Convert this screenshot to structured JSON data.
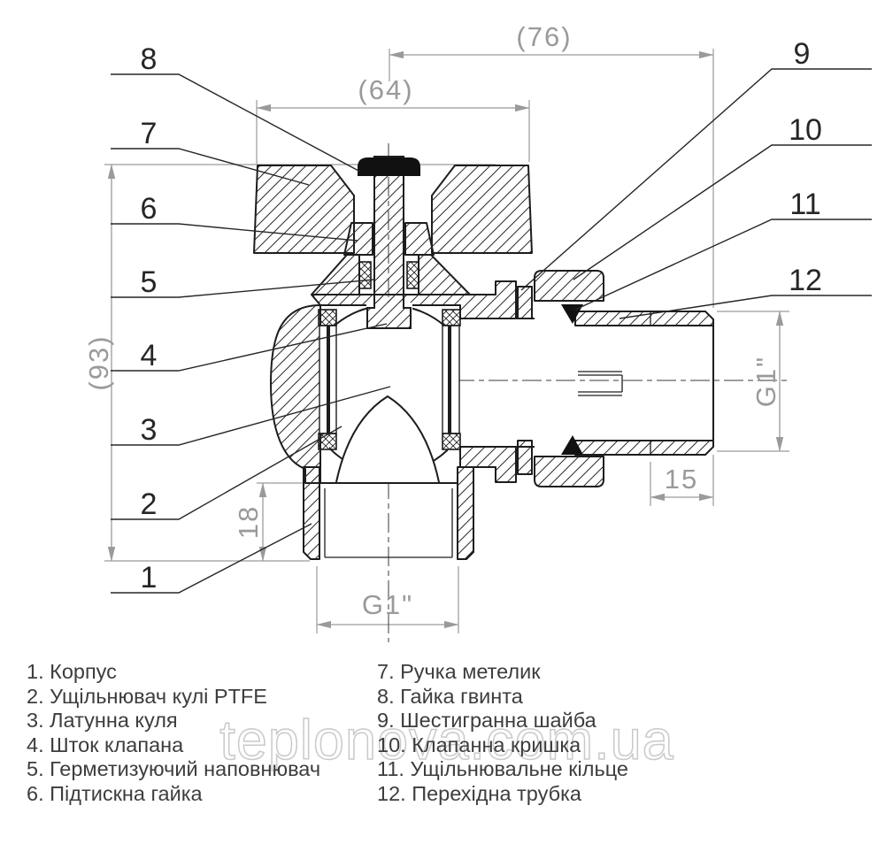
{
  "colors": {
    "line": "#1d1d1d",
    "dimension_gray": "#9a9a9a",
    "legend_text": "#3d3d3d",
    "watermark_stroke": "#c9c9c9",
    "seal_black": "#111111"
  },
  "drawing": {
    "dimensions": {
      "overall_width_right": "(76)",
      "handle_width": "(64)",
      "overall_height": "(93)",
      "bottom_thread_depth": "18",
      "side_thread_length": "15",
      "bottom_port_thread": "G1\"",
      "side_port_thread": "G1\""
    },
    "callouts_left": [
      "8",
      "7",
      "6",
      "5",
      "4",
      "3",
      "2",
      "1"
    ],
    "callouts_right": [
      "9",
      "10",
      "11",
      "12"
    ]
  },
  "legend": {
    "left_column": [
      "1. Корпус",
      "2. Ущільнювач кулі PTFE",
      "3. Латунна куля",
      "4. Шток клапана",
      "5. Герметизуючий наповнювач",
      "6. Підтискна гайка"
    ],
    "right_column": [
      "7. Ручка метелик",
      "8. Гайка гвинта",
      "9. Шестигранна шайба",
      "10. Клапанна кришка",
      "11. Ущільнювальне кільце",
      "12. Перехідна трубка"
    ]
  },
  "watermark": {
    "text": "teplonova.com.ua"
  }
}
